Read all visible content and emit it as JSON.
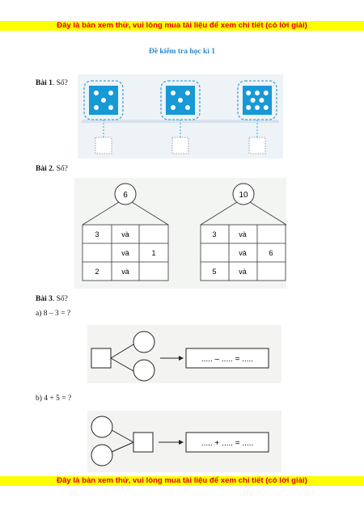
{
  "banner": "Đây là bản xem thử, vui lòng mua tài liệu để xem chi tiết (có lời giải)",
  "title": "Đề kiểm tra học kì 1",
  "q1": {
    "label": "Bài 1",
    "text": ". Số?",
    "dice": [
      5,
      5,
      8
    ]
  },
  "q2": {
    "label": "Bài 2",
    "text": ". Số?",
    "trees": [
      {
        "top": "6",
        "rows": [
          [
            "3",
            "và",
            ""
          ],
          [
            "",
            "và",
            "1"
          ],
          [
            "2",
            "và",
            ""
          ]
        ]
      },
      {
        "top": "10",
        "rows": [
          [
            "3",
            "và",
            ""
          ],
          [
            "",
            "và",
            "6"
          ],
          [
            "5",
            "và",
            ""
          ]
        ]
      }
    ]
  },
  "q3": {
    "label": "Bài 3",
    "text": ". Số?",
    "a": {
      "text": "a) 8 – 3 = ?",
      "expr": "..... – ..... = ....."
    },
    "b": {
      "text": "b) 4 + 5 = ?",
      "expr": "..... + ..... = ....."
    }
  }
}
